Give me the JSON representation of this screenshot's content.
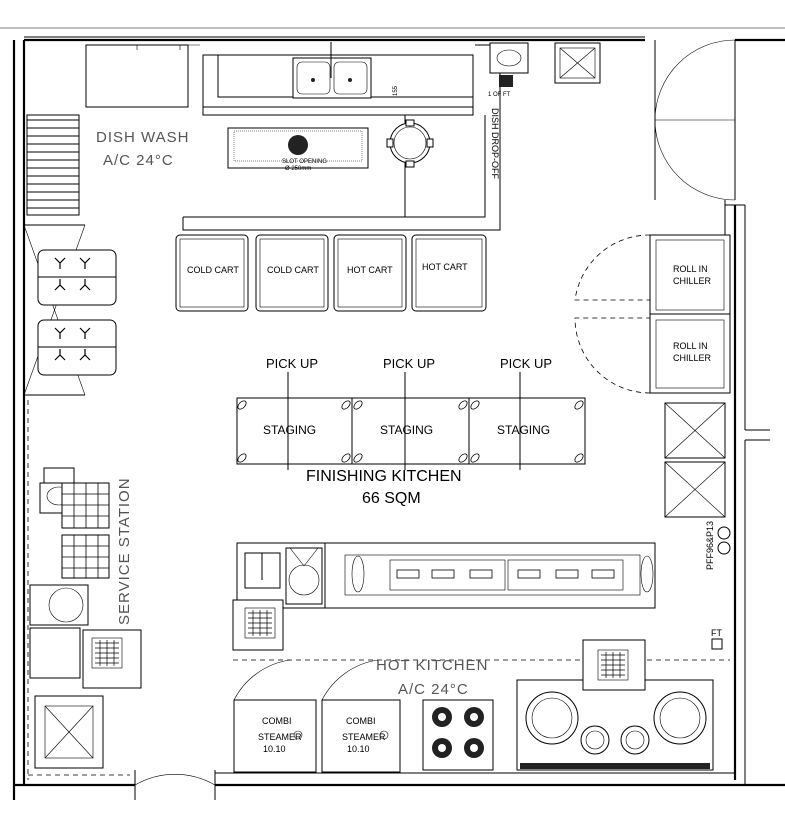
{
  "rooms": {
    "dish_wash": {
      "name": "DISH WASH",
      "temp": "A/C 24°C"
    },
    "finishing": {
      "name": "FINISHING KITCHEN",
      "area": "66 SQM"
    },
    "hot": {
      "name": "HOT KITCHEN",
      "temp": "A/C 24°C"
    },
    "service": {
      "name": "SERVICE STATION"
    }
  },
  "labels": {
    "dish_drop_off": "DISH DROP-OFF",
    "floor_drain_top": "1 OF FT",
    "dim_155": "155",
    "ft": "FT",
    "slot_opening": "SLOT OPENING",
    "opening_dim": "Ø 250mm",
    "vertical_code": "PFF96&P13"
  },
  "carts": [
    "COLD CART",
    "COLD CART",
    "HOT CART",
    "HOT CART"
  ],
  "chillers": [
    "ROLL IN CHILLER",
    "ROLL IN CHILLER"
  ],
  "pickups": [
    "PICK UP",
    "PICK UP",
    "PICK UP"
  ],
  "staging": [
    "STAGING",
    "STAGING",
    "STAGING"
  ],
  "combi": [
    {
      "name": "COMBI STEAMER",
      "size": "10.10"
    },
    {
      "name": "COMBI STEAMER",
      "size": "10.10"
    }
  ]
}
